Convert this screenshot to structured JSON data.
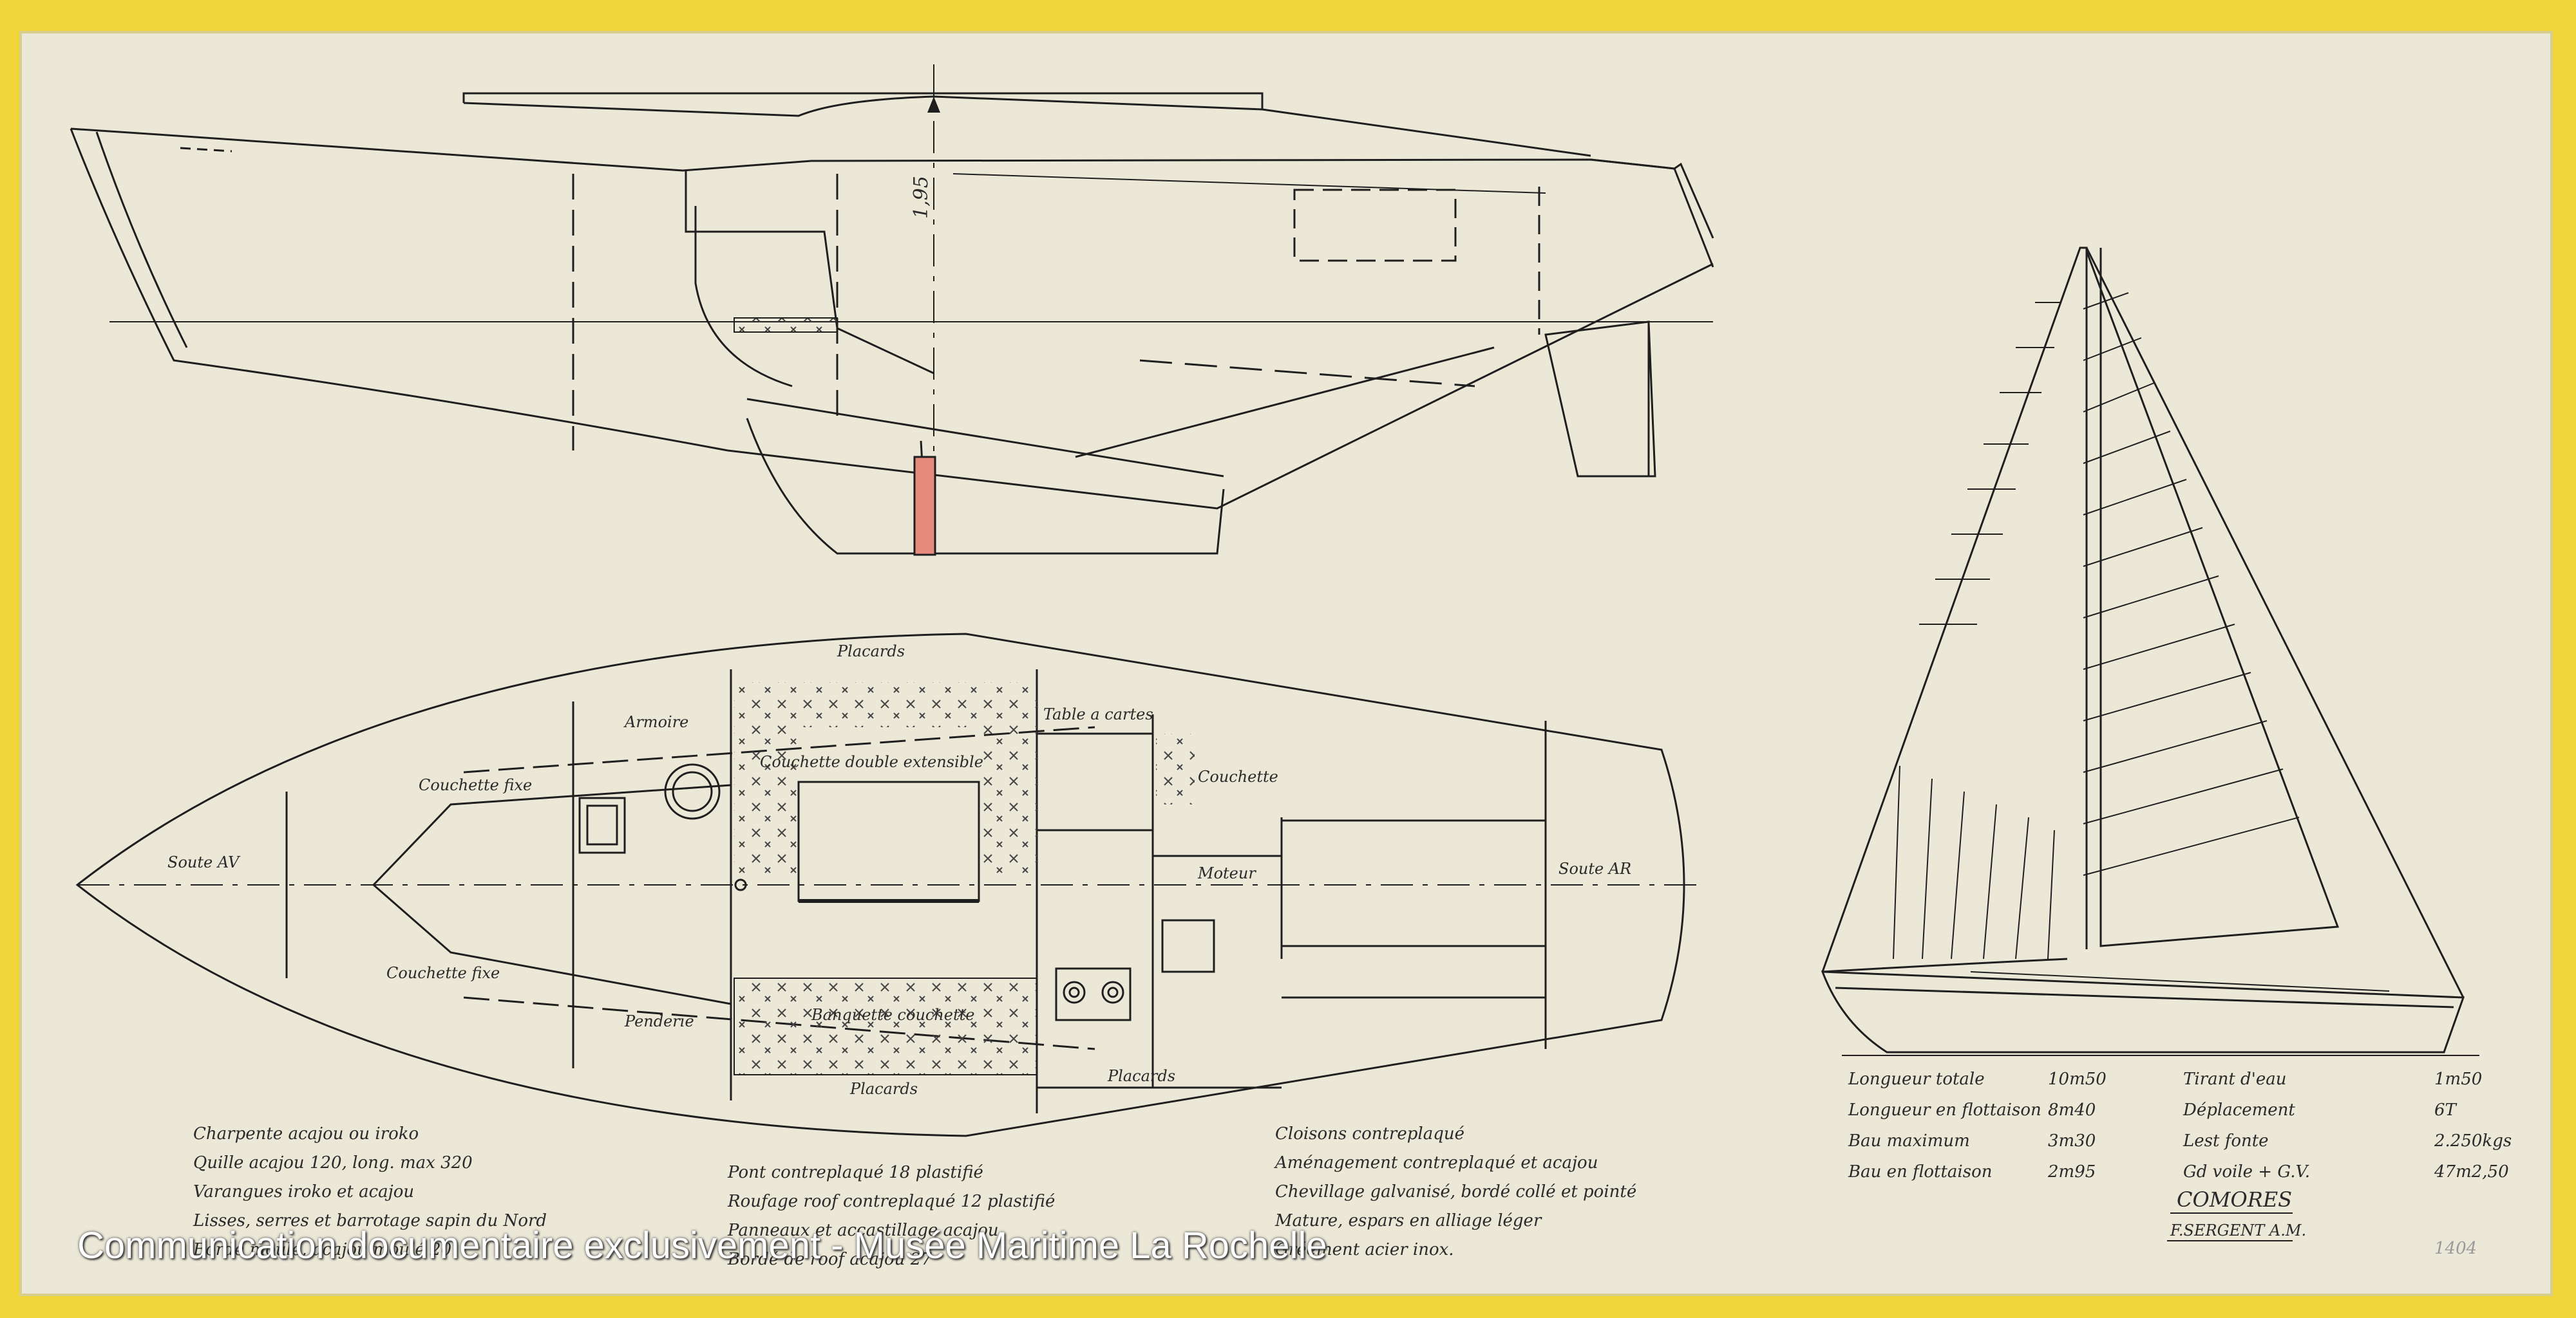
{
  "colors": {
    "frame": "#f1d63a",
    "paper": "#ebe8d8",
    "ink": "#1f1f1f",
    "keel": "#e78a7e"
  },
  "profile": {
    "height_label": "1,95"
  },
  "layout_labels": {
    "placards_top": "Placards",
    "armoire": "Armoire",
    "tables_a_cartes": "Table a cartes",
    "couchette_double": "Couchette double extensible",
    "couchette_fixe_top": "Couchette fixe",
    "couchette_fixe_bottom": "Couchette fixe",
    "couchette": "Couchette",
    "moteur": "Moteur",
    "soute_av": "Soute AV",
    "soute_ar": "Soute AR",
    "penderie": "Penderie",
    "banquette": "Banquette couchette",
    "placards_bottom": "Placards",
    "placards_right": "Placards"
  },
  "notes_left": [
    "Charpente acajou ou iroko",
    "Quille acajou 120, long. max 320",
    "Varangues iroko et acajou",
    "Lisses, serres et barrotage sapin du Nord",
    "Bordé moulé, acajou moulé 20"
  ],
  "notes_middle": [
    "Pont contreplaqué 18 plastifié",
    "Roufage roof contreplaqué 12 plastifié",
    "Panneaux et accastillage acajou",
    "Bordé de roof acajou 27"
  ],
  "notes_right": [
    "Cloisons contreplaqué",
    "Aménagement contreplaqué et acajou",
    "Chevillage galvanisé, bordé collé et pointé",
    "Mature, espars en alliage léger",
    "Gréement acier inox."
  ],
  "specs": [
    {
      "label": "Longueur totale",
      "value": "10m50"
    },
    {
      "label": "Longueur en flottaison",
      "value": "8m40"
    },
    {
      "label": "Bau maximum",
      "value": "3m30"
    },
    {
      "label": "Bau en flottaison",
      "value": "2m95"
    }
  ],
  "specs_right": [
    {
      "label": "Tirant d'eau",
      "value": "1m50"
    },
    {
      "label": "Déplacement",
      "value": "6T"
    },
    {
      "label": "Lest fonte",
      "value": "2.250kgs"
    },
    {
      "label": "Gd voile + G.V.",
      "value": "47m2,50"
    }
  ],
  "boat_name": "COMORES",
  "designer": "F.SERGENT A.M.",
  "plan_number": "1404",
  "watermark": "Communication documentaire exclusivement - Musée Maritime La Rochelle"
}
